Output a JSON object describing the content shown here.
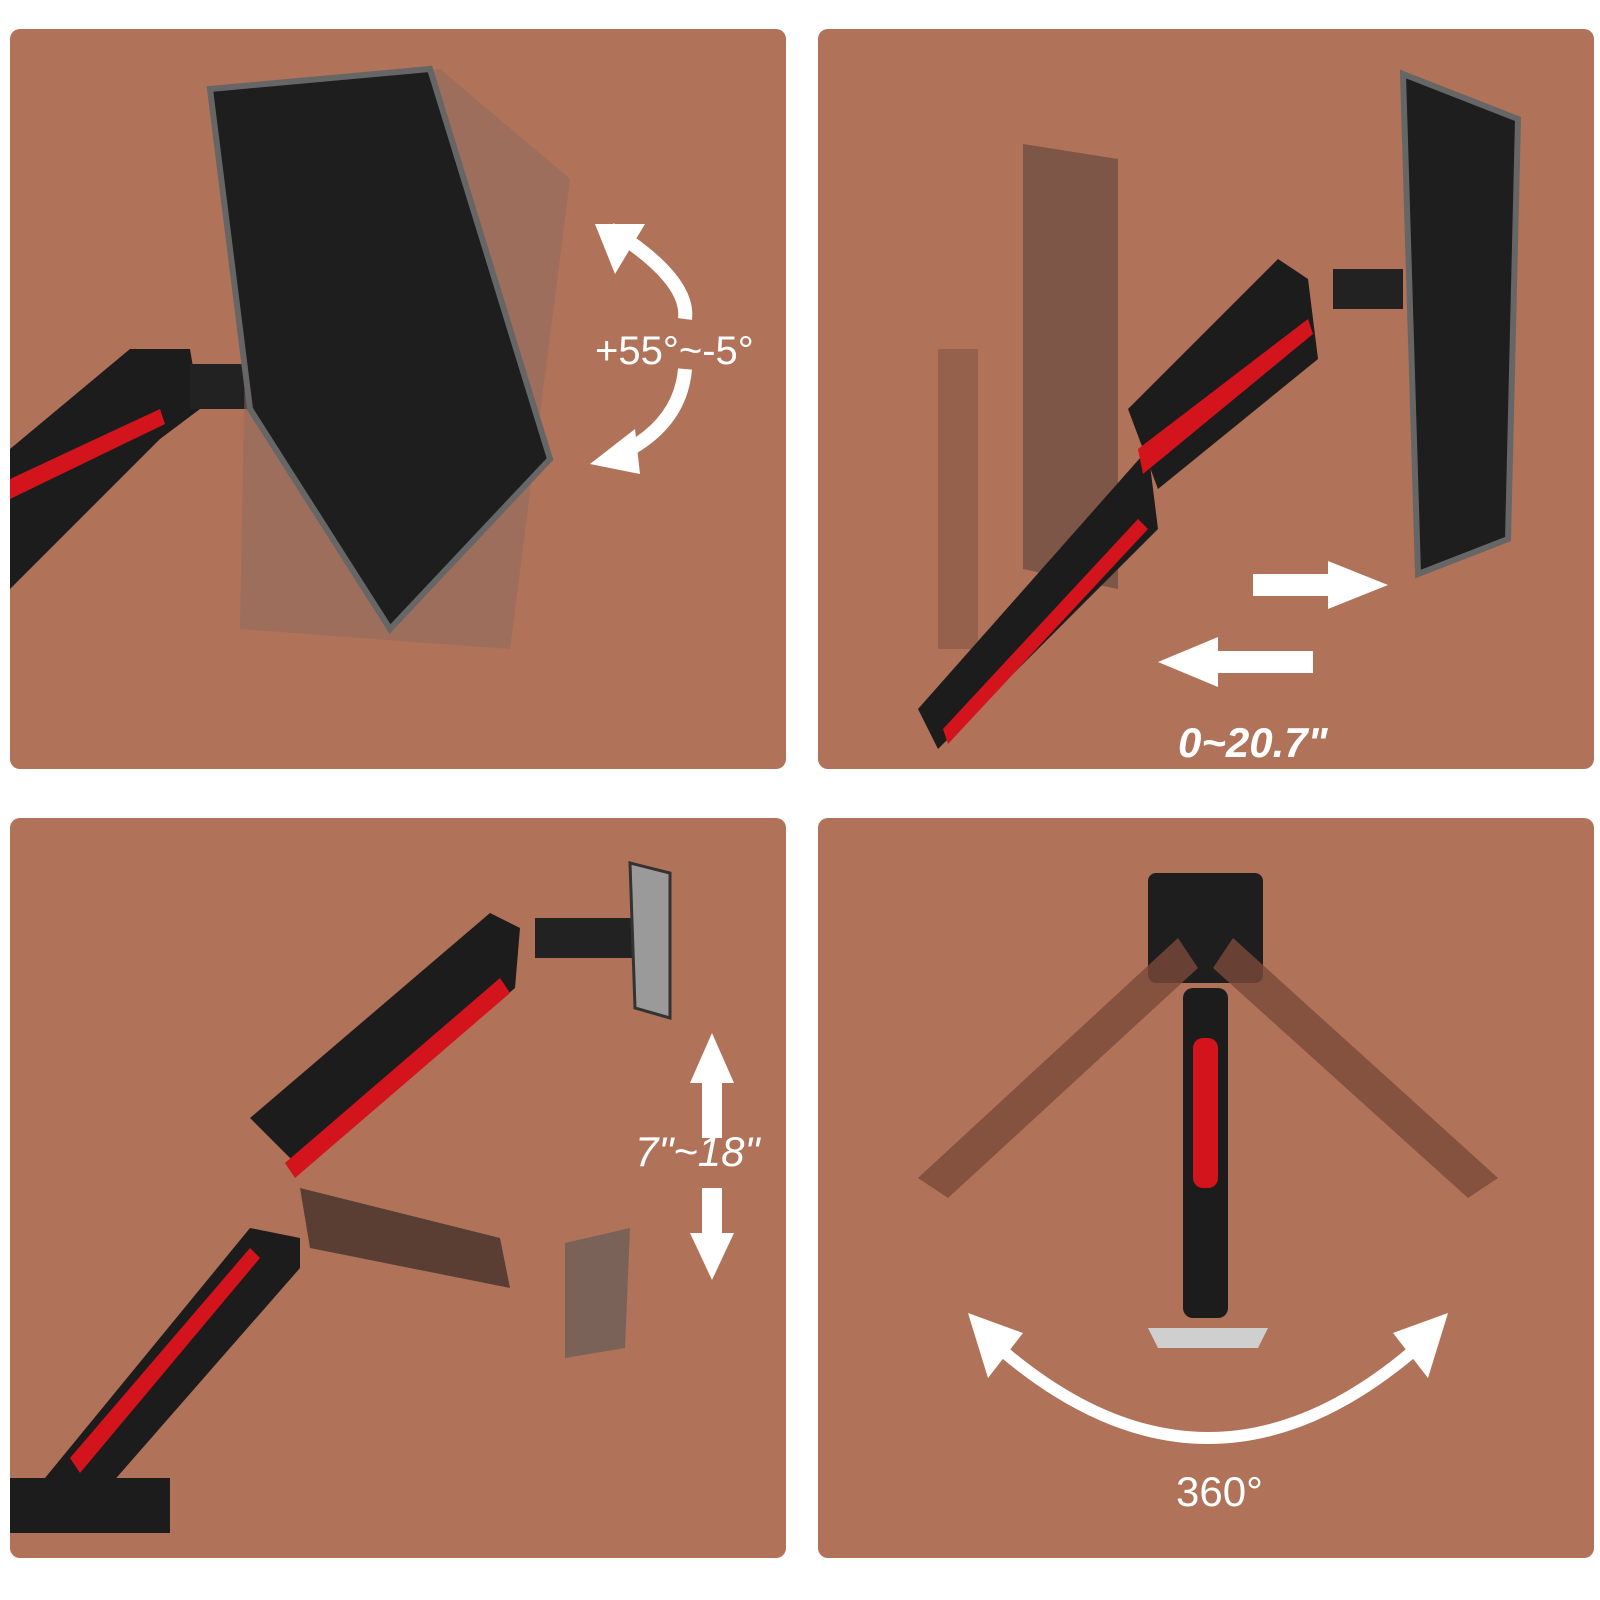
{
  "colors": {
    "background": "#b07258",
    "arm": "#1c1c1c",
    "accent": "#d3141c",
    "arrow": "#ffffff"
  },
  "panels": [
    {
      "feature": "tilt",
      "label": "+55°~-5°",
      "icon": "curved-double-arrow-icon"
    },
    {
      "feature": "extension",
      "label": "0~20.7\"",
      "icon": "horizontal-arrows-icon"
    },
    {
      "feature": "height",
      "label": "7\"~18\"",
      "icon": "vertical-arrows-icon"
    },
    {
      "feature": "rotation",
      "label": "360°",
      "icon": "arc-double-arrow-icon"
    }
  ]
}
